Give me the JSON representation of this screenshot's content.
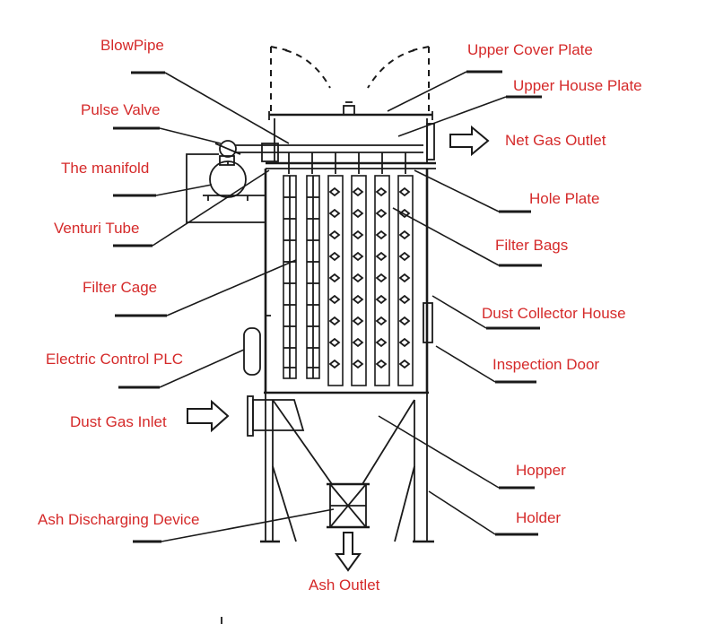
{
  "labels": {
    "blowpipe": "BlowPipe",
    "pulse_valve": "Pulse Valve",
    "manifold": "The manifold",
    "venturi_tube": "Venturi Tube",
    "filter_cage": "Filter Cage",
    "electric_control_plc": "Electric Control PLC",
    "dust_gas_inlet": "Dust Gas Inlet",
    "ash_discharging_device": "Ash Discharging Device",
    "upper_cover_plate": "Upper Cover Plate",
    "upper_house_plate": "Upper House Plate",
    "net_gas_outlet": "Net Gas Outlet",
    "hole_plate": "Hole Plate",
    "filter_bags": "Filter Bags",
    "dust_collector_house": "Dust Collector House",
    "inspection_door": "Inspection Door",
    "hopper": "Hopper",
    "holder": "Holder",
    "ash_outlet": "Ash Outlet"
  },
  "colors": {
    "label_text": "#d52a2a",
    "line_art": "#1a1a1a",
    "background": "#ffffff"
  }
}
